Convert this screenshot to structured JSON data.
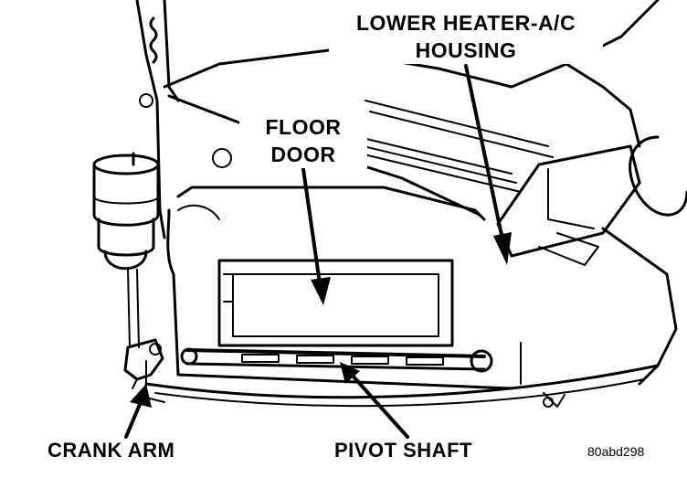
{
  "labels": {
    "housing_line1": "LOWER HEATER-A/C",
    "housing_line2": "HOUSING",
    "floor_line1": "FLOOR",
    "floor_line2": "DOOR",
    "crank_arm": "CRANK ARM",
    "pivot_shaft": "PIVOT SHAFT",
    "figure_code": "80abd298"
  }
}
